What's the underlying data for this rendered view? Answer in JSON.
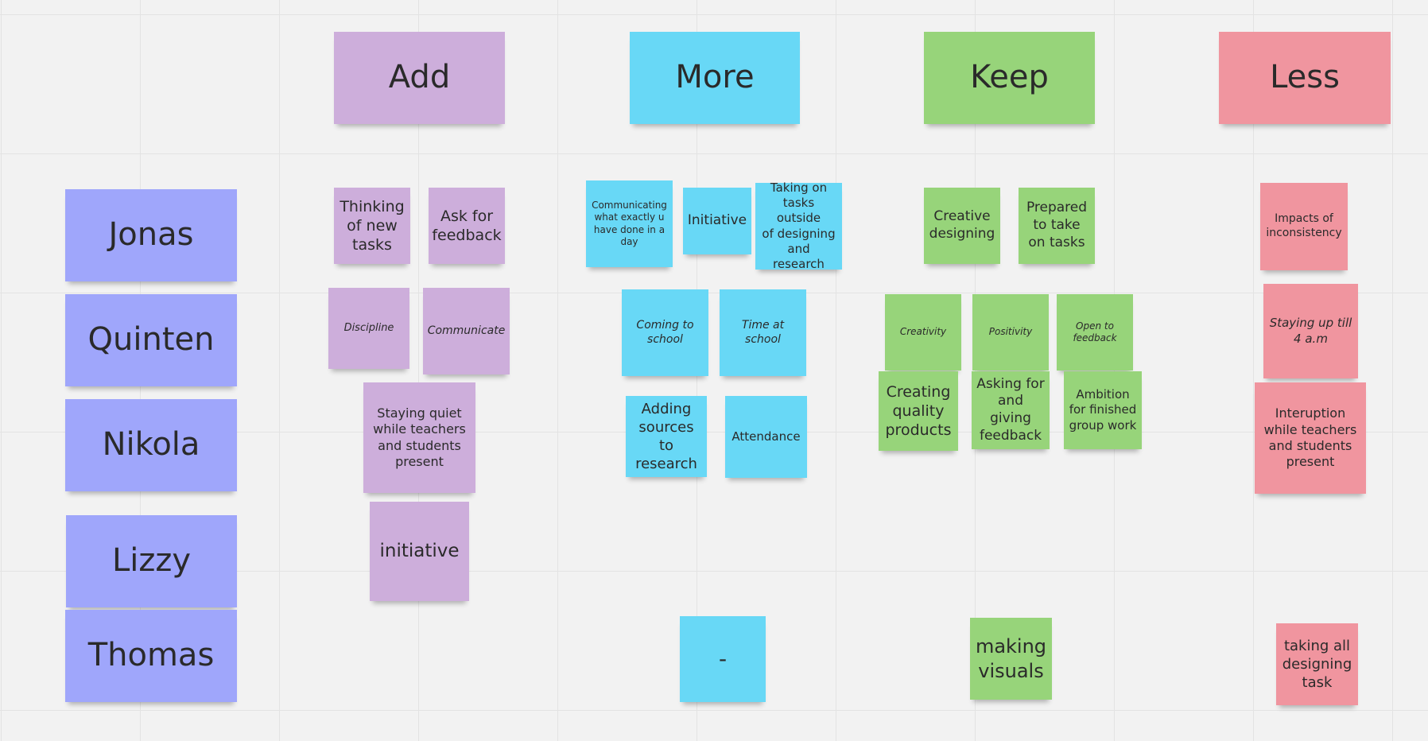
{
  "columns": {
    "add": "Add",
    "more": "More",
    "keep": "Keep",
    "less": "Less"
  },
  "people": [
    "Jonas",
    "Quinten",
    "Nikola",
    "Lizzy",
    "Thomas"
  ],
  "notes": {
    "add": {
      "thinking": "Thinking\nof new\ntasks",
      "ask_feedback": "Ask for\nfeedback",
      "discipline": "Discipline",
      "communicate": "Communicate",
      "staying_quiet": "Staying quiet\nwhile teachers\nand students\npresent",
      "initiative": "initiative"
    },
    "more": {
      "communicating": "Communicating\nwhat exactly u\nhave done in a\nday",
      "initiative": "Initiative",
      "taking_on_tasks": "Taking on\ntasks outside\nof designing\nand research",
      "coming_to_school": "Coming to\nschool",
      "time_at_school": "Time at\nschool",
      "adding_sources": "Adding\nsources to\nresearch",
      "attendance": "Attendance",
      "dash": "-"
    },
    "keep": {
      "creative_designing": "Creative\ndesigning",
      "prepared": "Prepared\nto take\non tasks",
      "creativity": "Creativity",
      "positivity": "Positivity",
      "open_feedback": "Open to\nfeedback",
      "creating_quality": "Creating\nquality\nproducts",
      "asking_giving": "Asking for\nand giving\nfeedback",
      "ambition": "Ambition\nfor finished\ngroup work",
      "making_visuals": "making\nvisuals"
    },
    "less": {
      "impacts": "Impacts of\ninconsistency",
      "staying_up": "Staying up till\n4 a.m",
      "interuption": "Interuption\nwhile teachers\nand students\npresent",
      "taking_all": "taking all\ndesigning\ntask"
    }
  },
  "colors": {
    "add": "#cdaedb",
    "more": "#68d8f6",
    "keep": "#97d47a",
    "less": "#f0959f",
    "people": "#9fa6fb",
    "canvas": "#f2f2f2"
  }
}
